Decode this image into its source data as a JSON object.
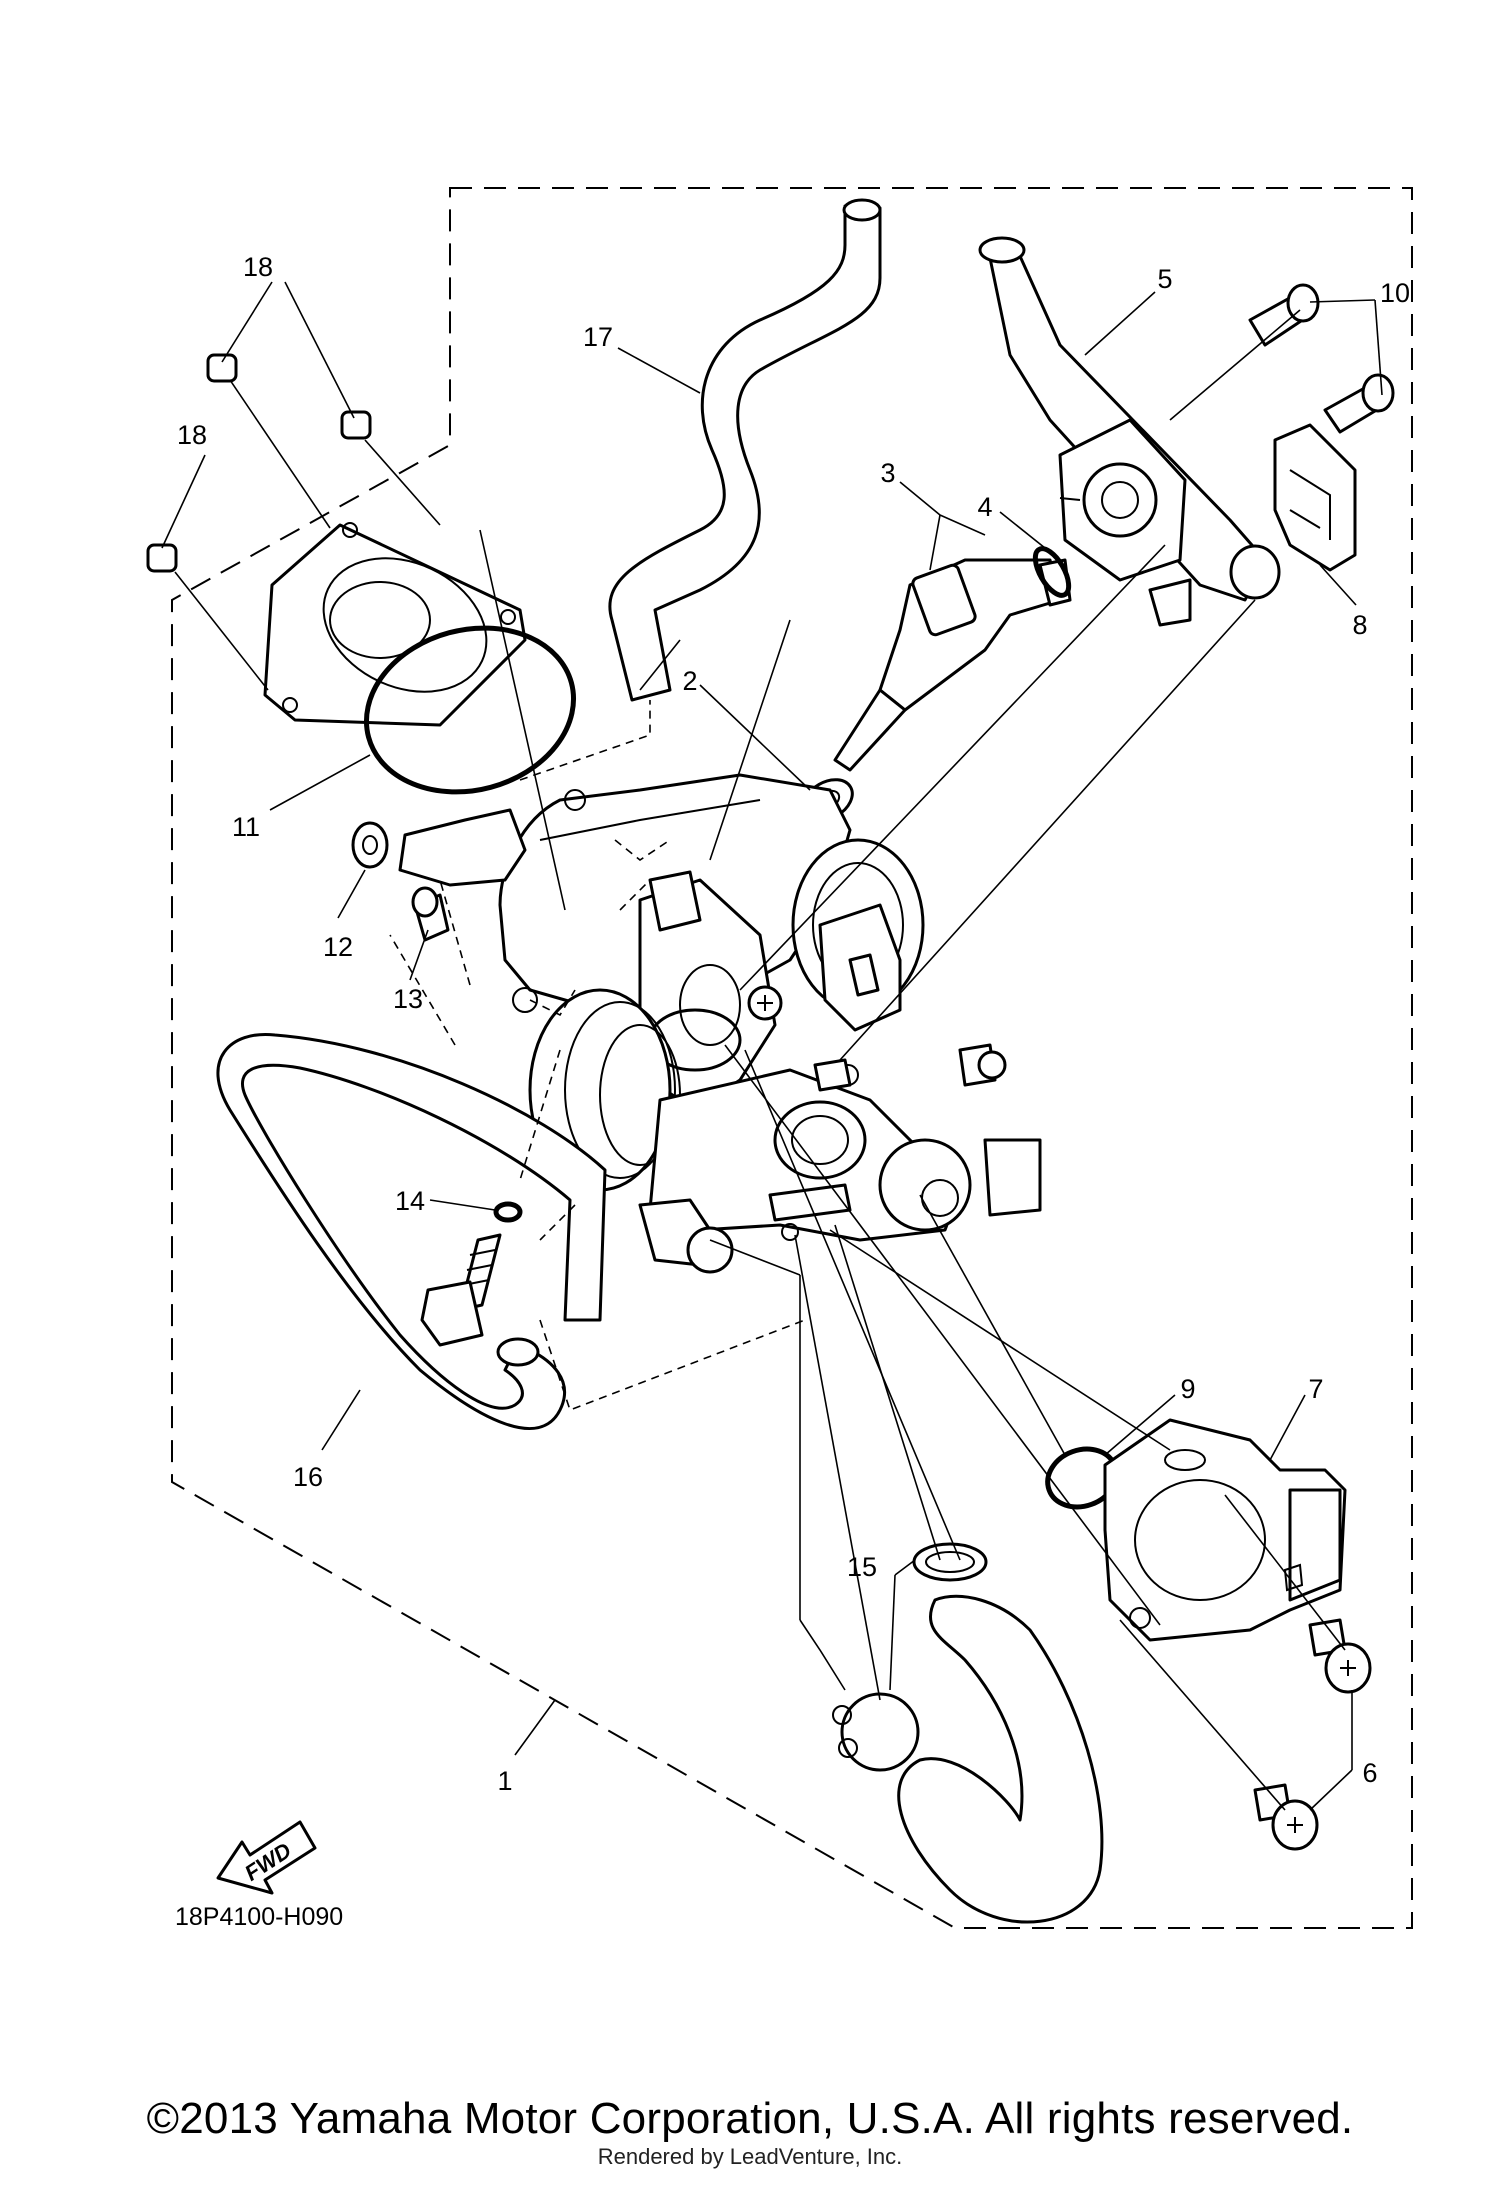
{
  "diagram": {
    "part_code": "18P4100-H090",
    "fwd_label": "FWD",
    "callouts": [
      "1",
      "2",
      "3",
      "4",
      "5",
      "6",
      "7",
      "8",
      "9",
      "10",
      "11",
      "12",
      "13",
      "14",
      "15",
      "16",
      "17",
      "18",
      "18"
    ]
  },
  "footer": {
    "copyright": "©2013 Yamaha Motor Corporation, U.S.A. All rights reserved.",
    "rendered_by": "Rendered by LeadVenture, Inc."
  }
}
